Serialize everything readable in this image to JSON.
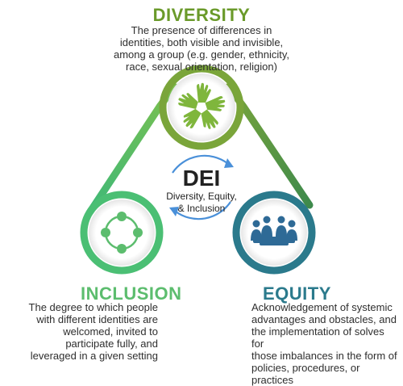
{
  "diversity": {
    "title": "DIVERSITY",
    "lines": [
      "The presence of differences in",
      "identities, both visible and invisible,",
      "among a group (e.g. gender, ethnicity,",
      "race, sexual orientation, religion)"
    ]
  },
  "inclusion": {
    "title": "INCLUSION",
    "lines": [
      "The degree to which people",
      "with different identities are",
      "welcomed, invited to",
      "participate fully, and",
      "leveraged in a given setting"
    ]
  },
  "equity": {
    "title": "EQUITY",
    "lines": [
      "Acknowledgement of systemic",
      "advantages and obstacles, and",
      "the implementation of solves for",
      "those imbalances in the form of",
      "policies, procedures, or practices"
    ]
  },
  "center": {
    "title": "DEI",
    "line1": "Diversity, Equity,",
    "line2": "& Inclusion"
  },
  "colors": {
    "diversity": "#6a9a2a",
    "inclusion": "#5cbd6e",
    "equity": "#2b7a8c",
    "arrows": "#4a90d9",
    "triangle_top": "#7ba83a",
    "triangle_left": "#4bbf74",
    "triangle_bottom": "#1f6e7d"
  },
  "icons": {
    "diversity": "hands-circle-icon",
    "inclusion": "connected-circle-icon",
    "equity": "people-meeting-icon"
  }
}
